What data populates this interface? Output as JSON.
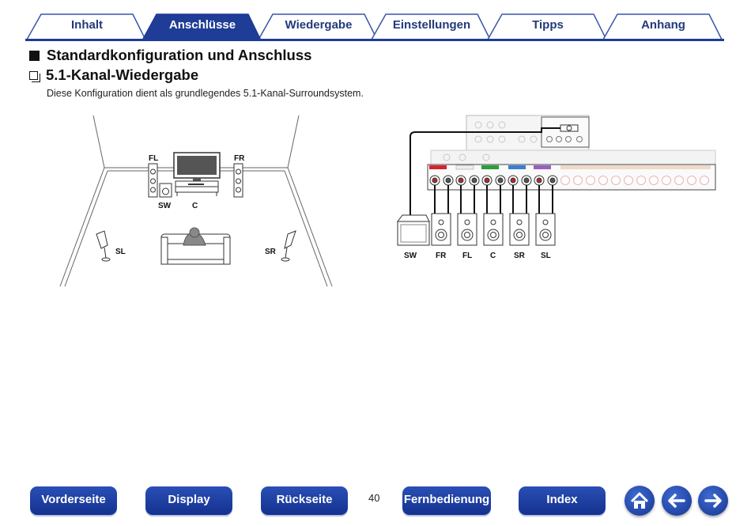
{
  "tabs": [
    {
      "label": "Inhalt",
      "active": false
    },
    {
      "label": "Anschlüsse",
      "active": true
    },
    {
      "label": "Wiedergabe",
      "active": false
    },
    {
      "label": "Einstellungen",
      "active": false
    },
    {
      "label": "Tipps",
      "active": false
    },
    {
      "label": "Anhang",
      "active": false
    }
  ],
  "section_title": "Standardkonfiguration und Anschluss",
  "subsection_title": "5.1-Kanal-Wiedergabe",
  "description": "Diese Konfiguration dient als grundlegendes 5.1-Kanal-Surroundsystem.",
  "room_labels": {
    "fl": "FL",
    "fr": "FR",
    "sw": "SW",
    "c": "C",
    "sl": "SL",
    "sr": "SR"
  },
  "speaker_labels": [
    "SW",
    "FR",
    "FL",
    "C",
    "SR",
    "SL"
  ],
  "nav": {
    "front": "Vorderseite",
    "display": "Display",
    "back": "Rückseite",
    "page": "40",
    "remote": "Fernbedienung",
    "index": "Index"
  },
  "icons": {
    "home": "home-icon",
    "back": "arrow-left-icon",
    "forward": "arrow-right-icon"
  },
  "colors": {
    "tab_active": "#1f3d96",
    "tab_text": "#233a7c",
    "button": "#1c3a9a",
    "rule": "#1f3d96"
  }
}
